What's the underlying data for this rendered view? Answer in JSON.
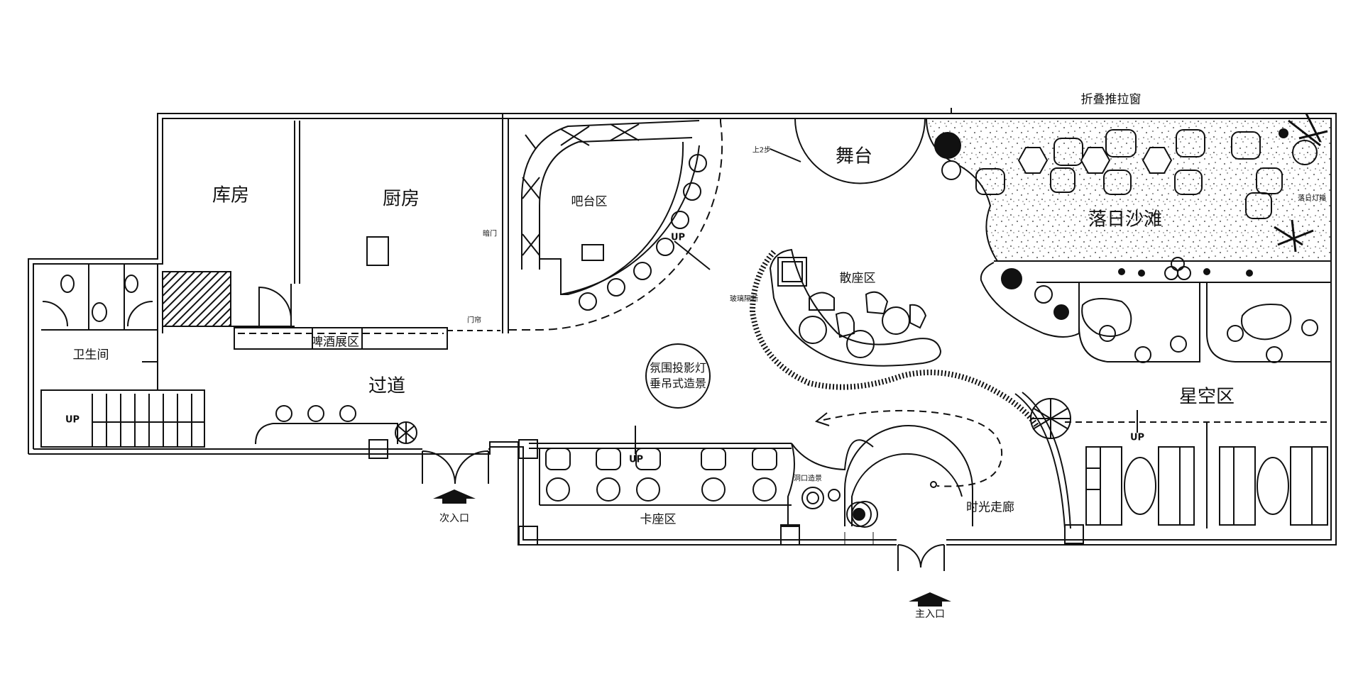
{
  "rooms": {
    "storage": "库房",
    "kitchen": "厨房",
    "restroom": "卫生间",
    "beer_display": "啤酒展区",
    "corridor": "过道",
    "bar_area": "吧台区",
    "stage": "舞台",
    "lounge": "散座区",
    "sunset_beach": "落日沙滩",
    "starry_area": "星空区",
    "booth_area": "卡座区",
    "time_corridor": "时光走廊"
  },
  "annotations": {
    "folding_window": "折叠推拉窗",
    "two_steps_up": "上2步",
    "hidden_door": "暗门",
    "door_curtain": "门帘",
    "glass_partition": "玻璃隔断",
    "cave_feature": "洞口造景",
    "sunset_light": "落日灯箱",
    "secondary_entrance": "次入口",
    "main_entrance": "主入口",
    "up": "UP"
  },
  "lamp_feature": {
    "line1": "氛围投影灯",
    "line2": "垂吊式造景"
  },
  "colors": {
    "line": "#111111",
    "background": "#ffffff"
  }
}
